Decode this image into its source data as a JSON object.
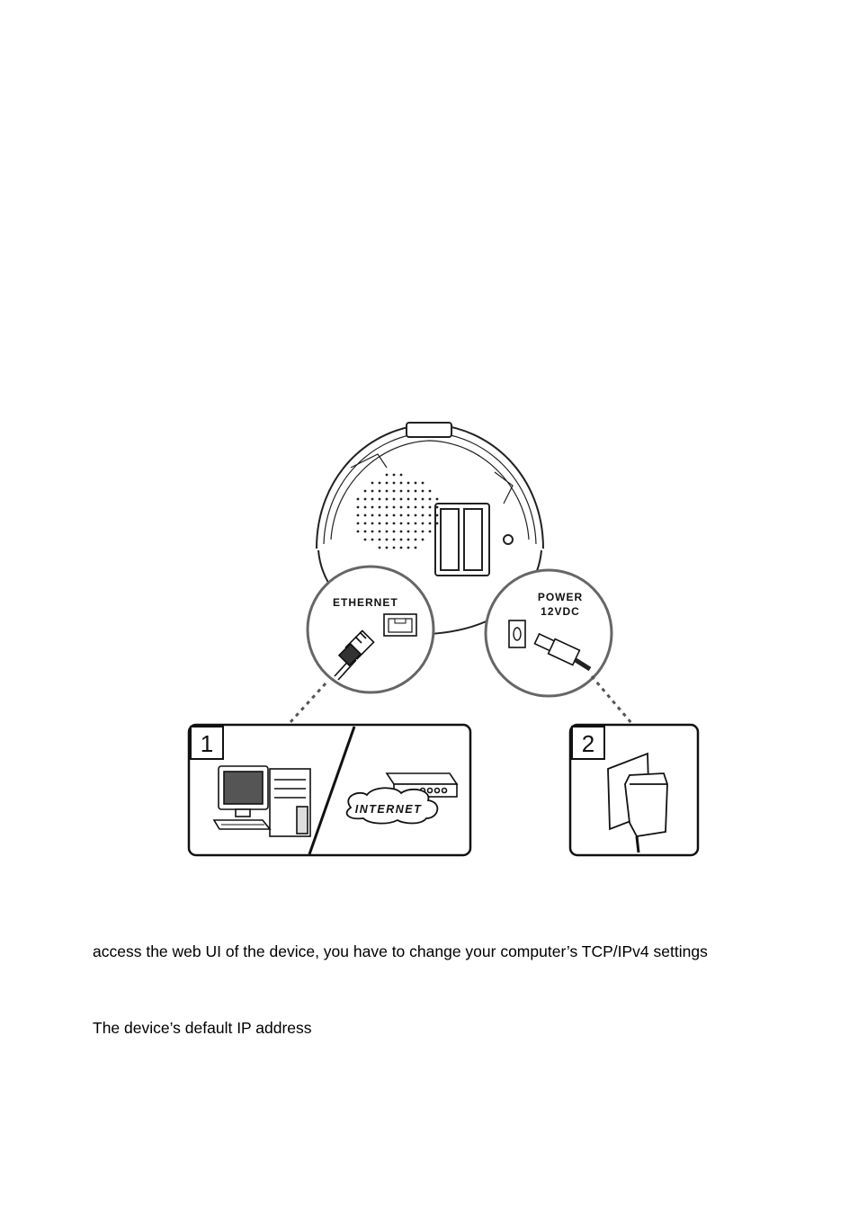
{
  "figure": {
    "zoom_left": {
      "label": "ETHERNET"
    },
    "zoom_right": {
      "label_line1": "POWER",
      "label_line2": "12VDC"
    },
    "box1": {
      "number": "1",
      "cloud_label": "INTERNET"
    },
    "box2": {
      "number": "2"
    }
  },
  "text": {
    "line1": "access the web UI of the device, you have to change your computer’s TCP/IPv4 settings",
    "line2": "The device’s default IP address"
  }
}
